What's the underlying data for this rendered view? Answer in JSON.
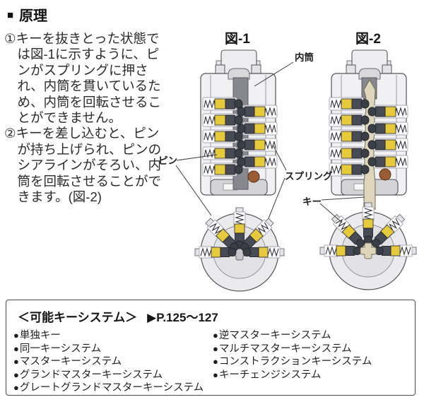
{
  "page": {
    "title_bullet": "■",
    "title": "原理"
  },
  "description": {
    "paragraphs": [
      "①キーを抜きとった状態では図-1に示すように、ピンがスプリングに押され、内筒を貫いているため、内筒を回転させることができません。",
      "②キーを差し込むと、ピンが持ち上げられ、ピンのシアラインがそろい、内筒を回転させることができます。(図-2)"
    ]
  },
  "figures": {
    "fig1_label": "図-1",
    "fig2_label": "図-2",
    "labels": {
      "inner_cylinder": "内筒",
      "pin": "ピン",
      "spring": "スプリング",
      "key": "キー"
    }
  },
  "possible_key_systems": {
    "heading": "＜可能キーシステム＞",
    "page_ref": "▶P.125～127",
    "bullet": "●",
    "left_items": [
      "単独キー",
      "同一キーシステム",
      "マスターキーシステム",
      "グランドマスターキーシステム",
      "グレートグランドマスターキーシステム"
    ],
    "right_items": [
      "逆マスターキーシステム",
      "マルチマスターキーシステム",
      "コンストラクションキーシステム",
      "キーチェンジシステム"
    ]
  },
  "colors": {
    "pin_yellow": "#e7c93c",
    "pin_dark": "#474b56",
    "pin_brown": "#9a5c34",
    "key_tan": "#ded6ba",
    "cylinder_gray": "#87878f"
  }
}
